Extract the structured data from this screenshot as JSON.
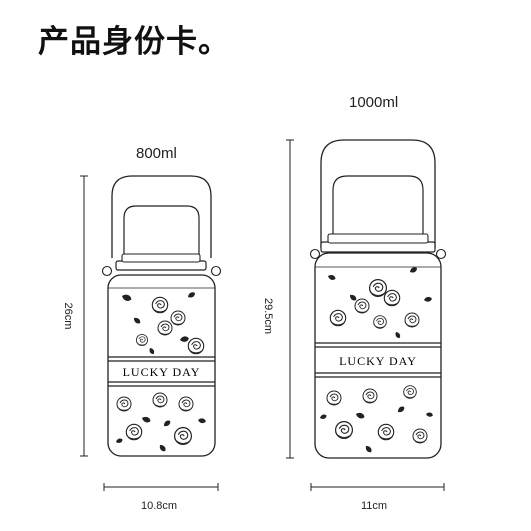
{
  "header": {
    "title": "产品身份卡。"
  },
  "products": [
    {
      "capacity": "800ml",
      "label": "LUCKY DAY",
      "height_label": "26cm",
      "width_label": "10.8cm"
    },
    {
      "capacity": "1000ml",
      "label": "LUCKY DAY",
      "height_label": "29.5cm",
      "width_label": "11cm"
    }
  ],
  "colors": {
    "line": "#222222",
    "background": "#ffffff"
  },
  "icons": [
    "rose-pattern-icon"
  ]
}
